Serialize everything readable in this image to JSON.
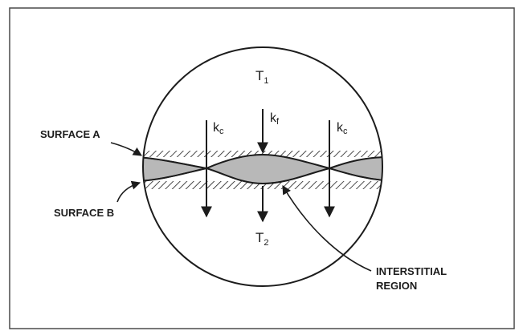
{
  "symbols": {
    "t1": {
      "main": "T",
      "sub": "1"
    },
    "t2": {
      "main": "T",
      "sub": "2"
    },
    "kc_left": {
      "main": "k",
      "sub": "c"
    },
    "kf": {
      "main": "k",
      "sub": "f"
    },
    "kc_right": {
      "main": "k",
      "sub": "c"
    }
  },
  "labels": {
    "surface_a": "SURFACE A",
    "surface_b": "SURFACE B",
    "interstitial_line1": "INTERSTITIAL",
    "interstitial_line2": "REGION"
  },
  "colors": {
    "ink": "#1c1c1c",
    "gap_fill": "#b8b8b8",
    "border": "#4a4a4a"
  }
}
